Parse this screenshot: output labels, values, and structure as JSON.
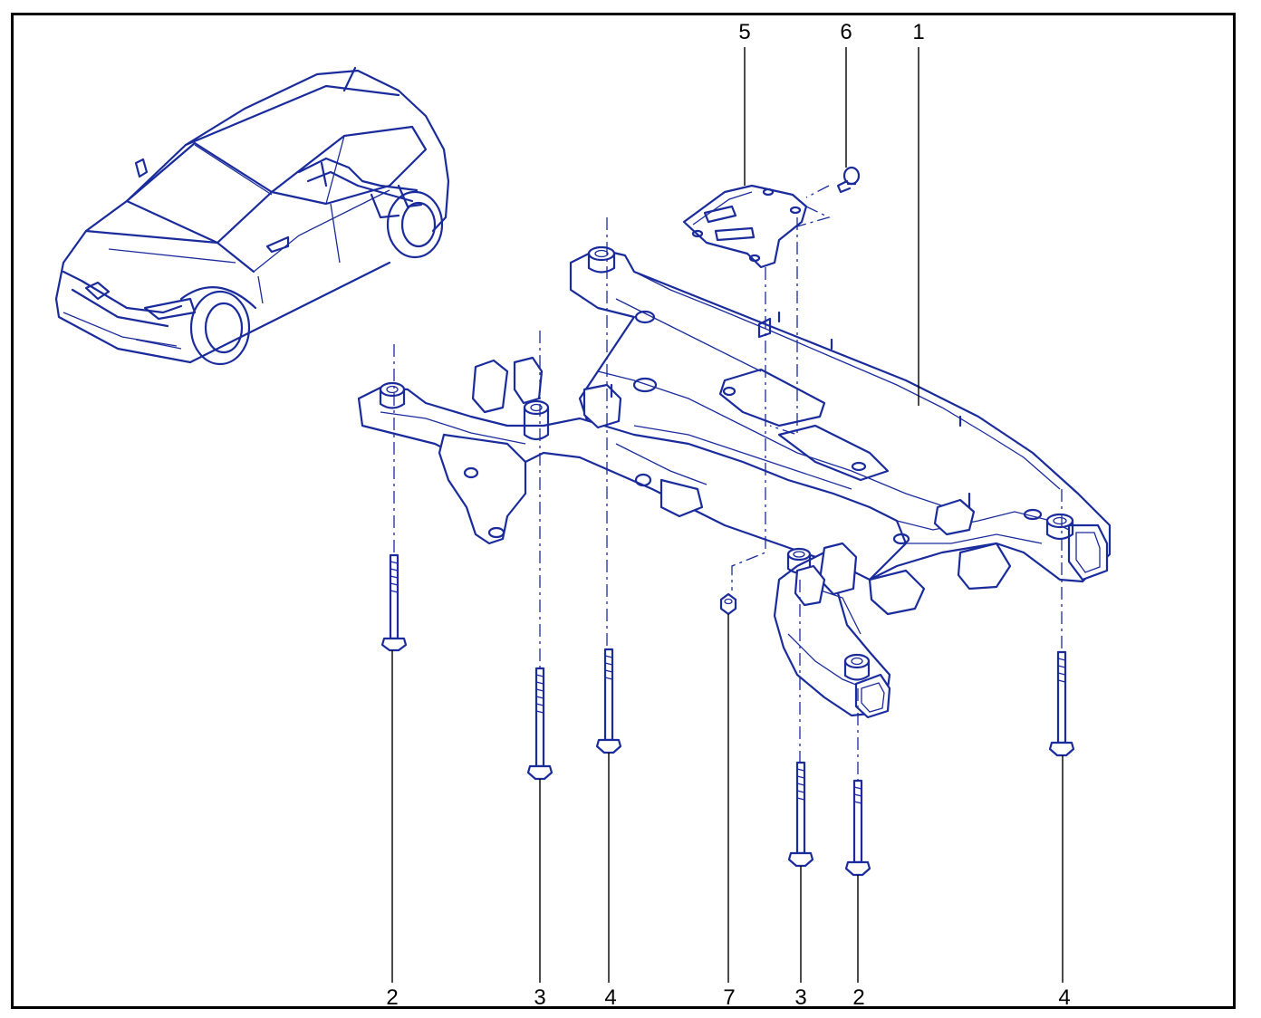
{
  "labels": {
    "part_1": "1",
    "part_2_left": "2",
    "part_2_right": "2",
    "part_3_left": "3",
    "part_3_right": "3",
    "part_4_left": "4",
    "part_4_right": "4",
    "part_5": "5",
    "part_6": "6",
    "part_7": "7"
  },
  "colors": {
    "line": "#1a2b9c",
    "leader": "#000000",
    "frame": "#000000"
  }
}
